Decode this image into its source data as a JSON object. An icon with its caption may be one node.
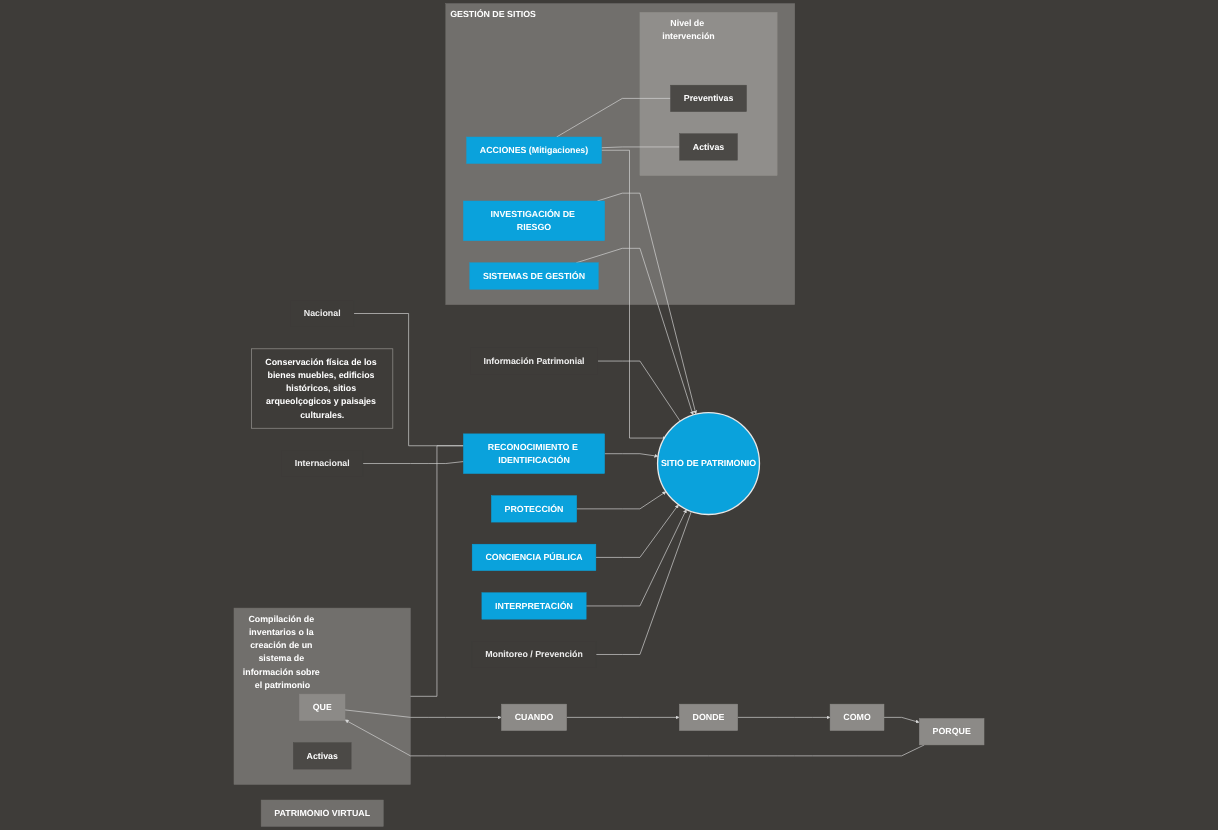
{
  "diagram": {
    "nodes": [
      {
        "text": [
          "Compilación de inventarios o la creación de un sistema de información sobre el patrimonio"
        ]
      },
      {
        "text": [
          "QUE"
        ],
        "in": 0
      },
      {
        "text": [
          "PORQUE"
        ]
      },
      {
        "text": [
          "Activas"
        ],
        "in": 0
      },
      {
        "text": [
          "COMO"
        ]
      },
      {
        "text": [
          "CUANDO"
        ]
      },
      {
        "text": [
          "DONDE"
        ]
      },
      {
        "text": [
          "Conservación física de los bienes muebles, edificios históricos, sitios arqueolçogicos y paisajes culturales."
        ]
      },
      {
        "text": [
          "Información Patrimonial"
        ]
      },
      {
        "text": [
          "Nacional"
        ]
      },
      {
        "text": [
          "Internacional"
        ]
      },
      {
        "text": [
          "RECONOCIMIENTO E IDENTIFICACIÓN"
        ]
      },
      {
        "text": [
          "PROTECCIÓN"
        ]
      },
      {
        "text": [
          "SITIO DE PATRIMONIO"
        ]
      },
      {
        "text": [
          "GESTIÓN DE SITIOS"
        ]
      },
      {
        "text": [
          "INVESTIGACIÓN DE RIESGO"
        ],
        "in": 14
      },
      {
        "text": [
          "CONCIENCIA PÚBLICA"
        ]
      },
      {
        "text": [
          "PATRIMONIO VIRTUAL"
        ]
      },
      {
        "text": [
          "SISTEMAS DE GESTIÓN"
        ],
        "in": 14
      },
      {
        "text": [
          "Monitoreo / Prevención"
        ]
      },
      {
        "text": [
          "Nivel de intervención"
        ],
        "in": 14
      },
      {
        "text": [
          "Preventivas"
        ],
        "in": 20
      },
      {
        "text": [
          "INTERPRETACIÓN"
        ]
      },
      {
        "text": [
          "ACCIONES (Mitigaciones)"
        ],
        "in": 14
      },
      {
        "text": [
          "Activas"
        ],
        "in": 20
      }
    ],
    "edges": [
      {
        "from": 2,
        "to": 1,
        "arrow": "to"
      },
      {
        "from": 1,
        "to": 5,
        "arrow": "to"
      },
      {
        "from": 5,
        "to": 6,
        "arrow": "to"
      },
      {
        "from": 6,
        "to": 4,
        "arrow": "to"
      },
      {
        "from": 4,
        "to": 2,
        "arrow": "to"
      },
      {
        "from": 0,
        "to": 11,
        "arrow": "none"
      },
      {
        "from": 9,
        "to": 11,
        "arrow": "none"
      },
      {
        "from": 10,
        "to": 11,
        "arrow": "none"
      },
      {
        "from": 8,
        "to": 13,
        "arrow": "none"
      },
      {
        "from": 11,
        "to": 13,
        "arrow": "to"
      },
      {
        "from": 12,
        "to": 13,
        "arrow": "to"
      },
      {
        "from": 15,
        "to": 13,
        "arrow": "to"
      },
      {
        "from": 18,
        "to": 13,
        "arrow": "to"
      },
      {
        "from": 23,
        "to": 13,
        "arrow": "to"
      },
      {
        "from": 16,
        "to": 13,
        "arrow": "to"
      },
      {
        "from": 22,
        "to": 13,
        "arrow": "to"
      },
      {
        "from": 19,
        "to": 13,
        "arrow": "none"
      },
      {
        "from": 23,
        "to": 21,
        "arrow": "none"
      },
      {
        "from": 23,
        "to": 24,
        "arrow": "none"
      }
    ]
  }
}
